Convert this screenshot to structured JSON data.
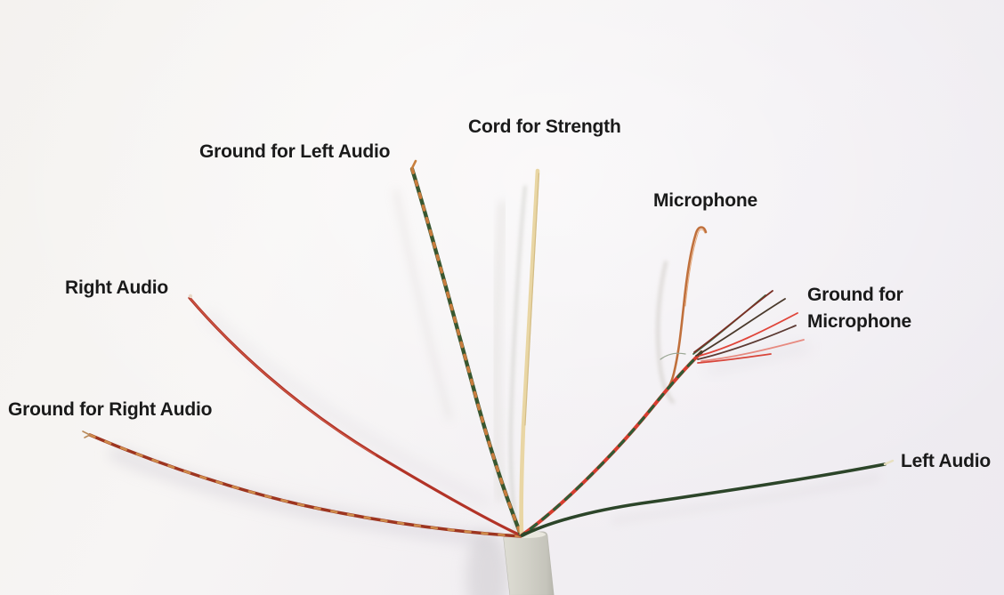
{
  "figure": {
    "kind": "annotated photo of a stripped headphone cable with seven splayed conductors"
  },
  "labels": {
    "cord_strength": "Cord for Strength",
    "ground_left_audio": "Ground for Left Audio",
    "microphone": "Microphone",
    "ground_microphone": "Ground for\nMicrophone",
    "right_audio": "Right Audio",
    "ground_right_audio": "Ground for Right Audio",
    "left_audio": "Left Audio"
  },
  "wires": {
    "cord_strength": {
      "appearance": "cream strength cord",
      "color": "#e9d6a4"
    },
    "ground_left_audio": {
      "appearance": "green wire with copper stripe",
      "color": "#385730",
      "stripe": "#c97c3e"
    },
    "microphone": {
      "appearance": "bare copper wire",
      "color": "#c0703c"
    },
    "ground_microphone": {
      "appearance": "twisted red and green pair with frayed end",
      "color": "#d63d2e",
      "stripe": "#2f5c35"
    },
    "right_audio": {
      "appearance": "red enamel wire",
      "color": "#b23327"
    },
    "ground_right_audio": {
      "appearance": "dark red wire with copper stripe",
      "color": "#9d3520",
      "stripe": "#cf8c4a"
    },
    "left_audio": {
      "appearance": "dark green wire",
      "color": "#2c4529"
    }
  },
  "bundle_strands": [
    "#4a3a2c",
    "#e0453a",
    "#3f6b44",
    "#5c3a33",
    "#e78a80",
    "#7a2f25",
    "#d8453a"
  ],
  "cable": {
    "appearance": "stripped light-gray cable jacket",
    "color": "#d2d1c8"
  },
  "background": {
    "color": "#f4f2f1"
  },
  "text": {
    "color": "#1a1a1a"
  }
}
